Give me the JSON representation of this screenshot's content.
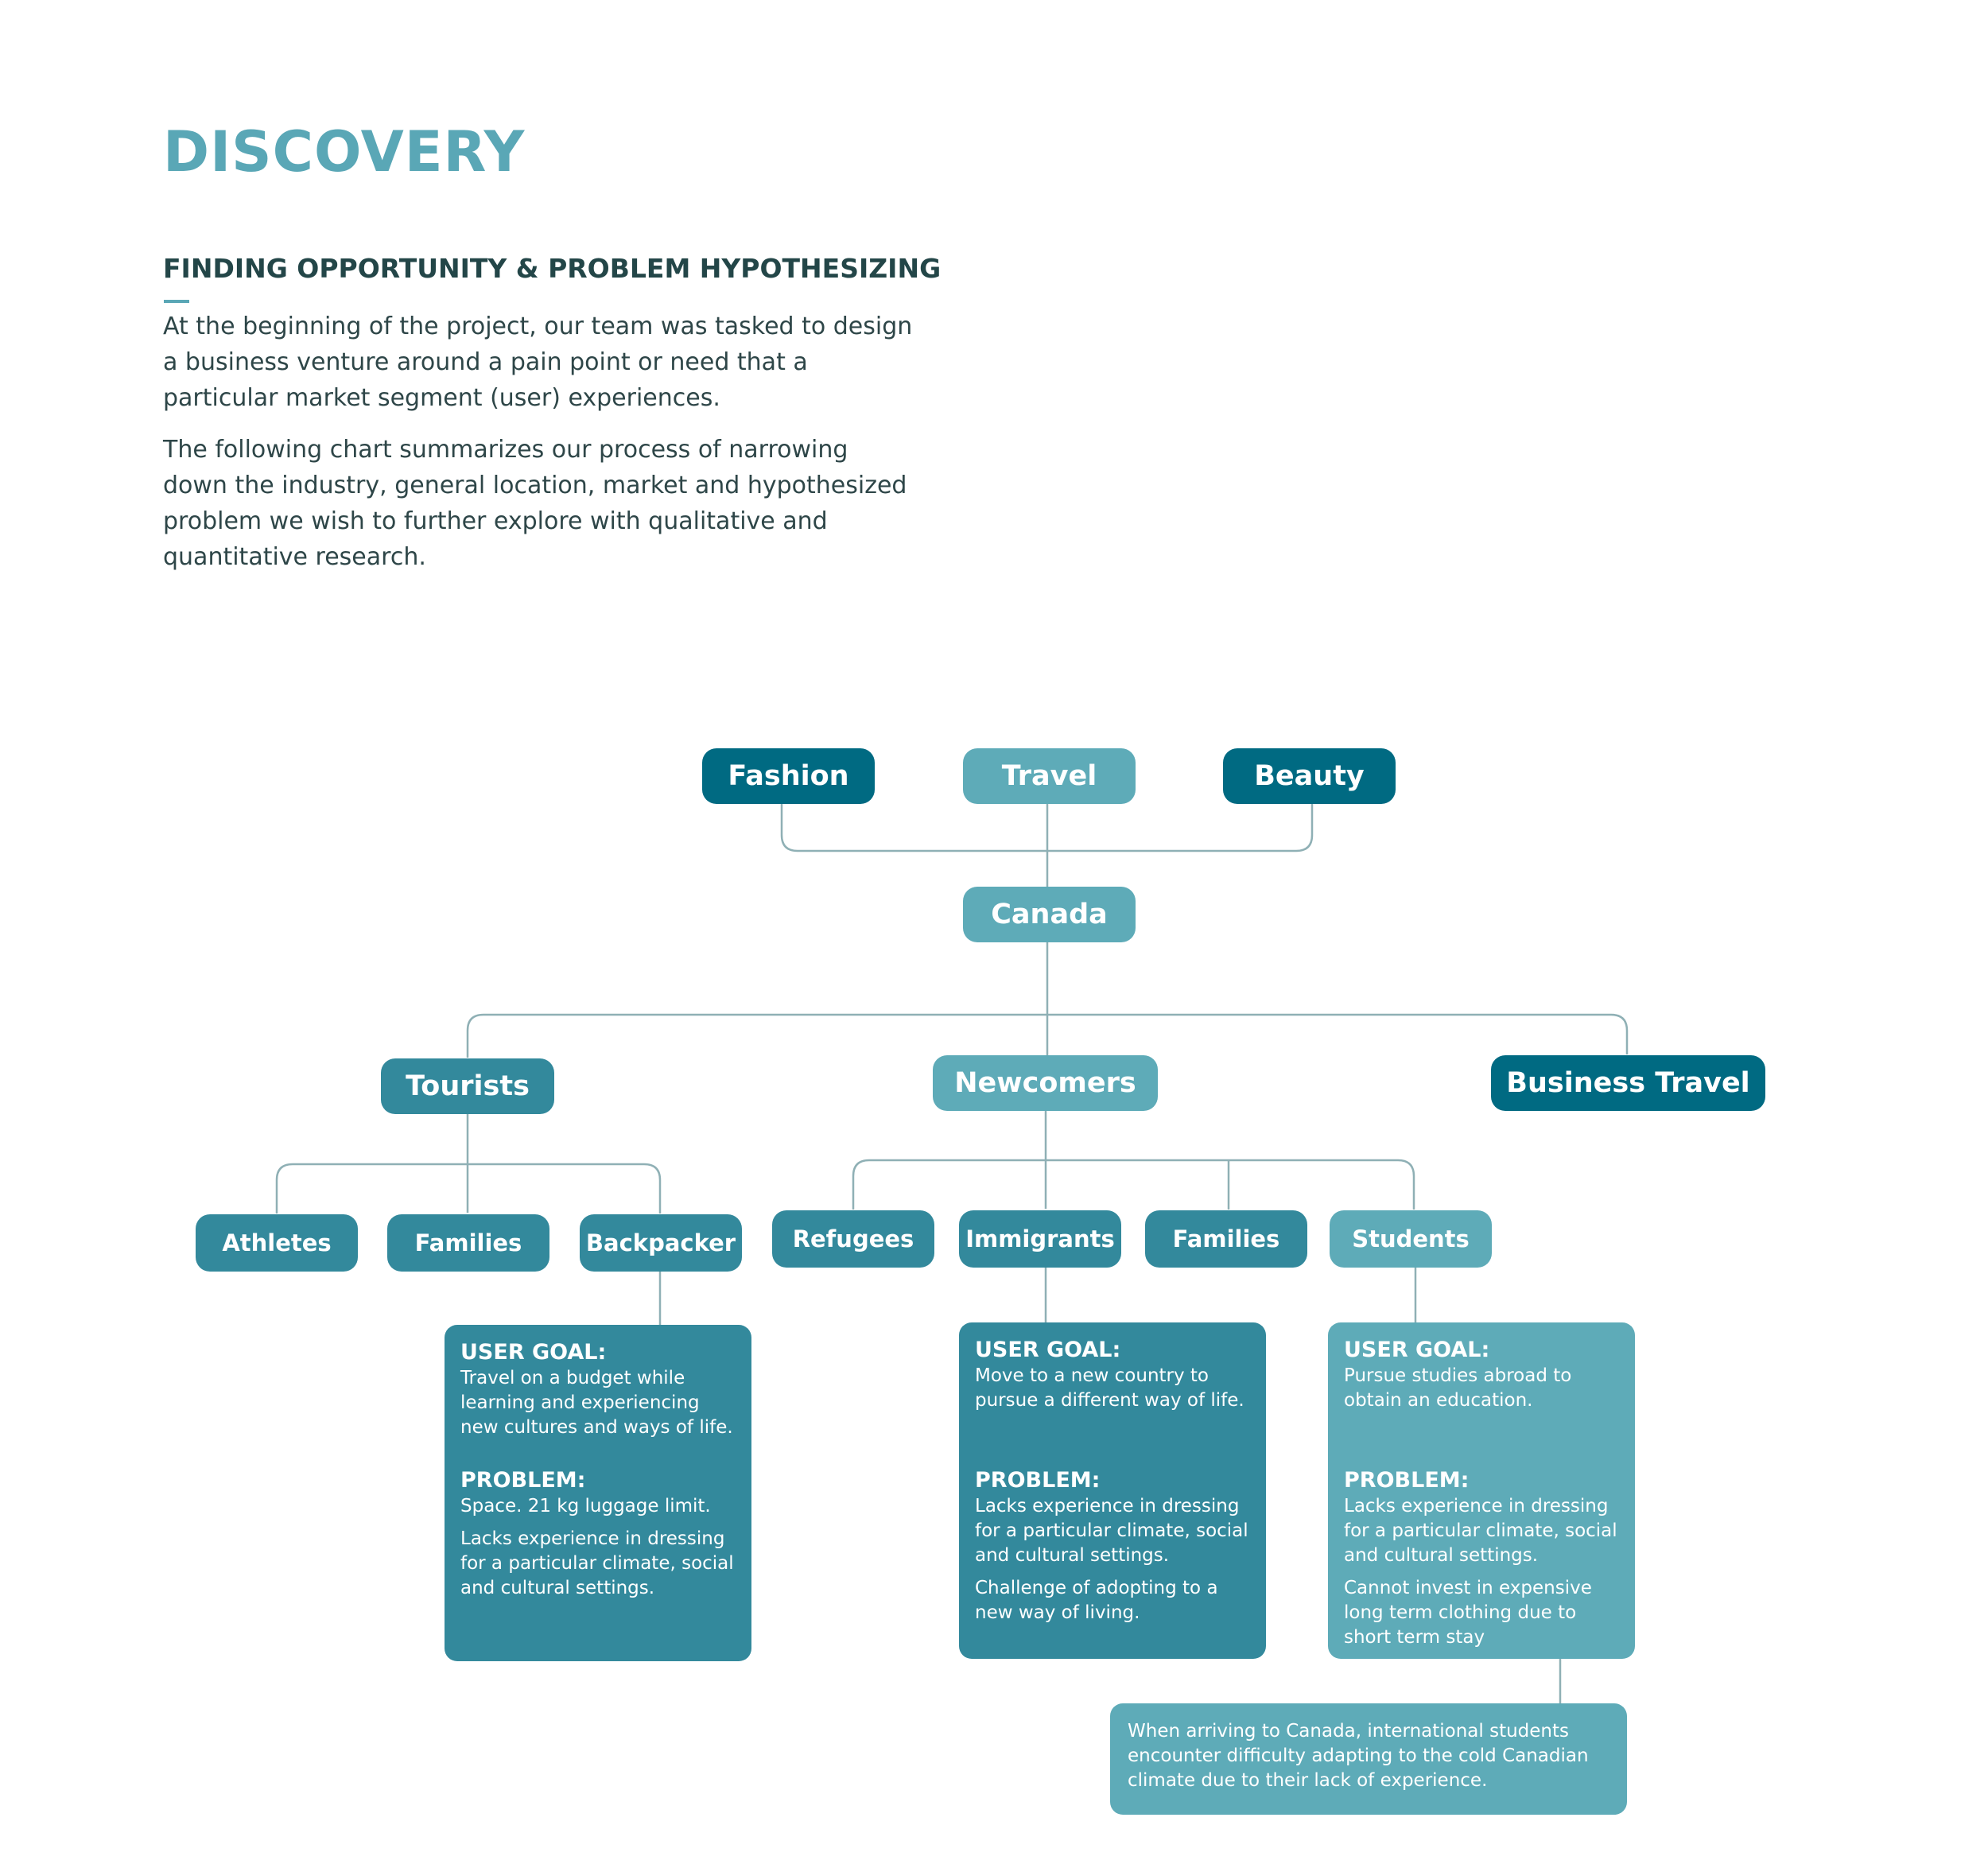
{
  "header": {
    "title": "DISCOVERY",
    "subtitle": "FINDING OPPORTUNITY & PROBLEM HYPOTHESIZING",
    "paragraphs": [
      "At the beginning of the project, our team was tasked to design a business venture around a pain point or need that a particular market segment (user) experiences.",
      "The following chart summarizes our process of narrowing down the industry, general location, market and hypothesized problem we wish to further explore with qualitative and quantitative research."
    ]
  },
  "diagram": {
    "industries": [
      "Fashion",
      "Travel",
      "Beauty"
    ],
    "location": "Canada",
    "markets": [
      "Tourists",
      "Newcomers",
      "Business Travel"
    ],
    "tourist_segments": [
      "Athletes",
      "Families",
      "Backpacker"
    ],
    "newcomer_segments": [
      "Refugees",
      "Immigrants",
      "Families",
      "Students"
    ],
    "cards": {
      "backpacker": {
        "goal_label": "USER GOAL:",
        "goal": "Travel on a budget while learning and experiencing new cultures and ways of life.",
        "problem_label": "PROBLEM:",
        "problems": [
          "Space. 21 kg luggage limit.",
          "Lacks experience in dressing for a particular climate, social and cultural settings."
        ]
      },
      "immigrants": {
        "goal_label": "USER GOAL:",
        "goal": "Move to a new country to pursue a different way of life.",
        "problem_label": "PROBLEM:",
        "problems": [
          "Lacks experience in dressing for a particular climate, social and cultural settings.",
          "Challenge of adopting to a new way of living."
        ]
      },
      "students": {
        "goal_label": "USER GOAL:",
        "goal": "Pursue studies abroad to obtain an education.",
        "problem_label": "PROBLEM:",
        "problems": [
          "Lacks experience in dressing for a particular climate, social and cultural settings.",
          "Cannot invest in expensive long term clothing due to short term stay"
        ]
      }
    },
    "insight": "When arriving to Canada, international students encounter difficulty adapting to the cold Canadian climate due to their lack of experience."
  },
  "colors": {
    "dark": "#006a82",
    "mid": "#33899c",
    "light": "#5eabb8",
    "title": "#5aa7b6",
    "connector": "#8fb0b5"
  }
}
